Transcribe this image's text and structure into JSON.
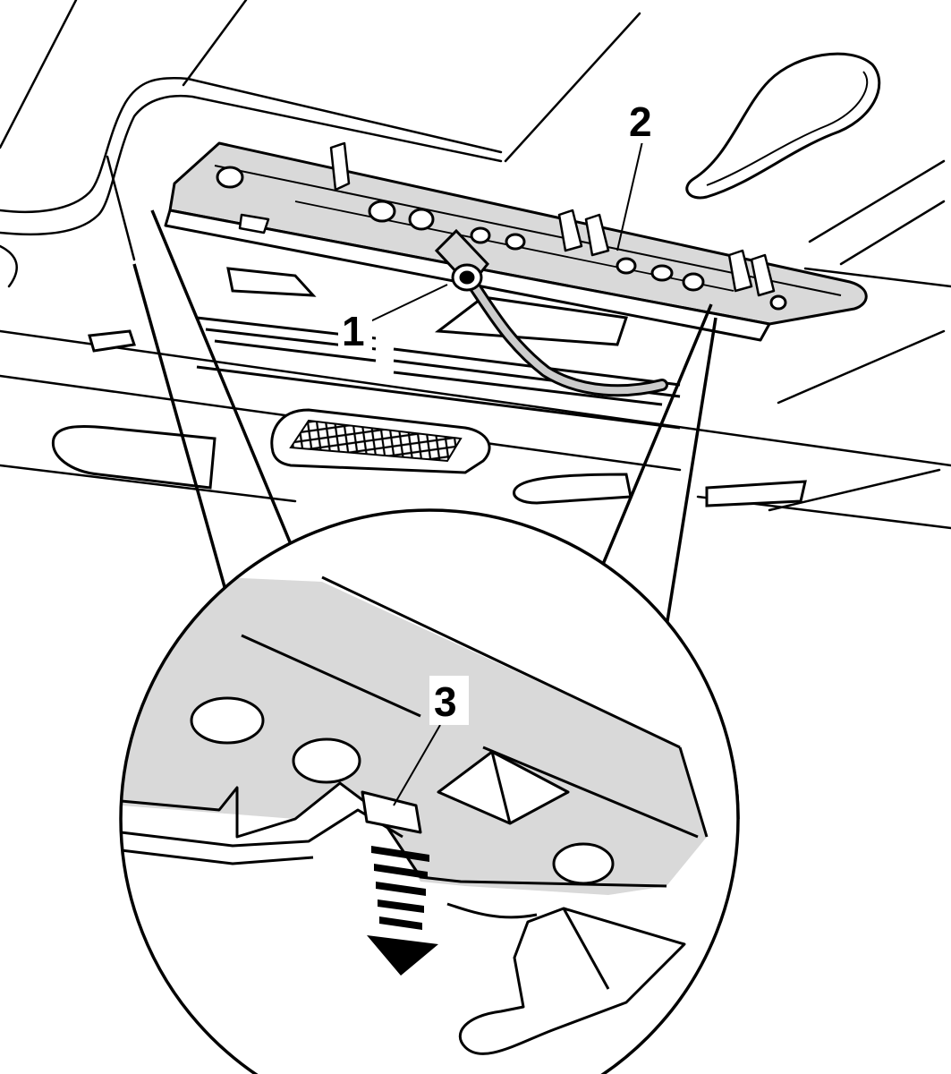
{
  "diagram": {
    "callouts": [
      {
        "id": "1",
        "label": "1"
      },
      {
        "id": "2",
        "label": "2"
      },
      {
        "id": "3",
        "label": "3"
      }
    ]
  },
  "colors": {
    "line": "#000000",
    "part_fill": "#d9d9d9",
    "background": "#ffffff"
  }
}
